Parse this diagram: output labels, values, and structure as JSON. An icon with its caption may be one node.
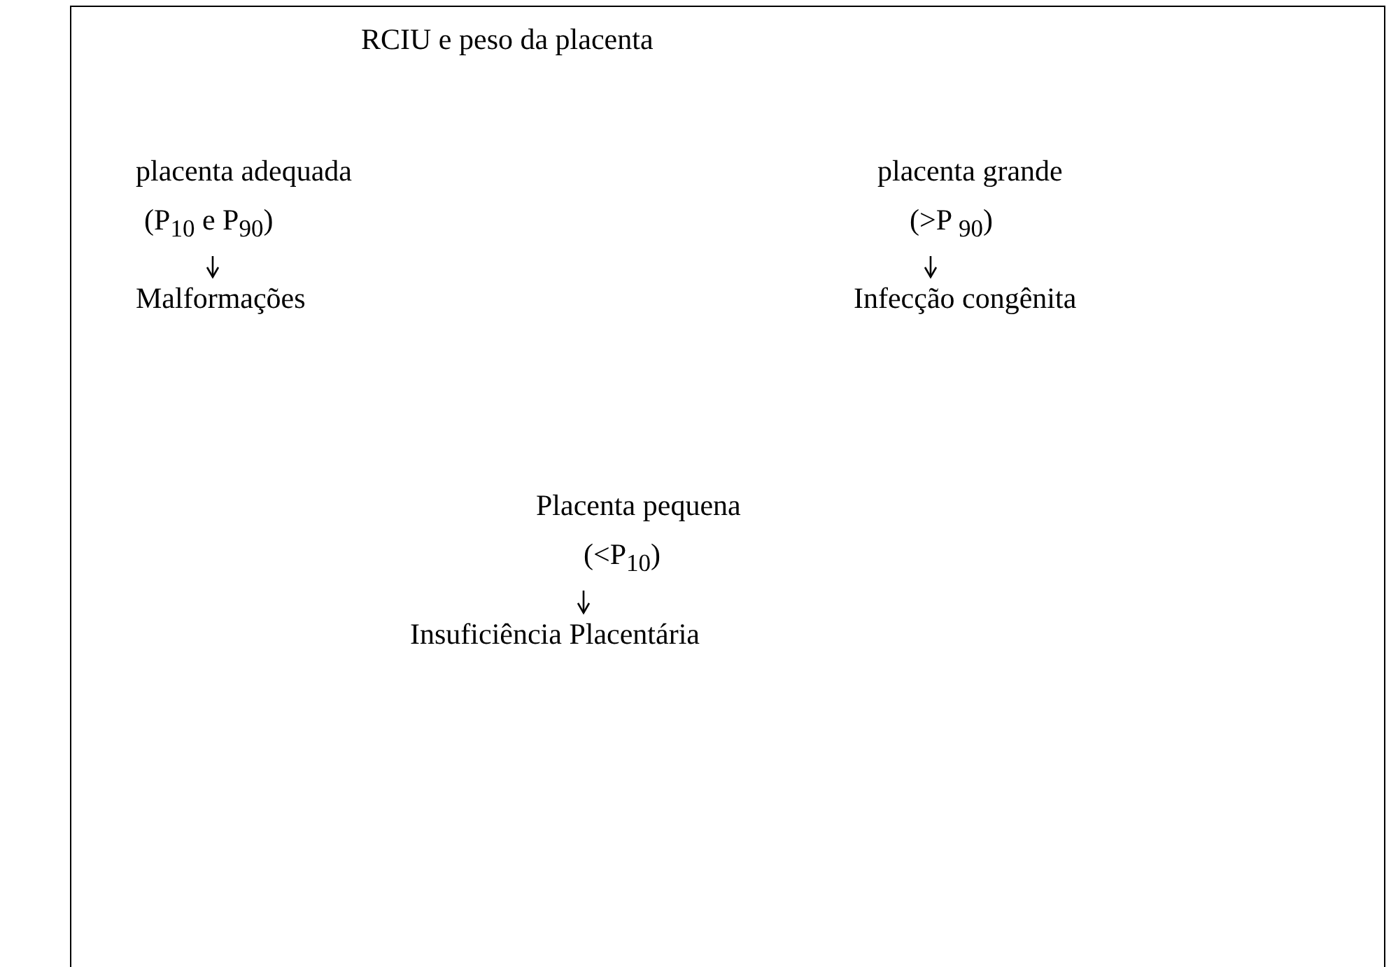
{
  "diagram": {
    "title": "RCIU e peso da placenta",
    "nodes": [
      {
        "text": [
          "placenta adequada",
          "(P$_{10}$ e P$_{90}$)"
        ]
      },
      {
        "text": [
          "Malformações"
        ]
      },
      {
        "text": [
          "placenta grande",
          "(>P $_{90}$)"
        ]
      },
      {
        "text": [
          "Infecção congênita"
        ]
      },
      {
        "text": [
          "Placenta pequena",
          "(<P$_{10}$)"
        ]
      },
      {
        "text": [
          "Insuficiência Placentária"
        ]
      }
    ],
    "edges": [
      {
        "from": 0,
        "to": 1,
        "arrow": "to"
      },
      {
        "from": 2,
        "to": 3,
        "arrow": "to"
      },
      {
        "from": 4,
        "to": 5,
        "arrow": "to"
      }
    ]
  }
}
